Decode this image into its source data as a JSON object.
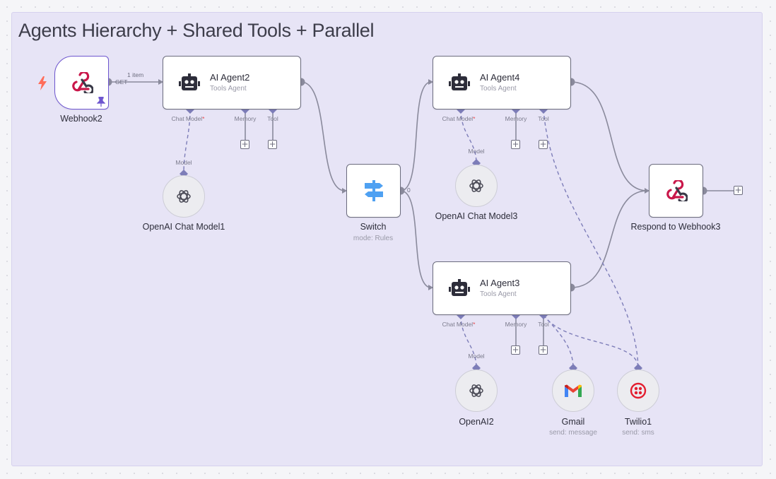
{
  "sticky": {
    "title": "Agents Hierarchy + Shared Tools + Parallel"
  },
  "nodes": {
    "webhook2": {
      "label": "Webhook2"
    },
    "ai_agent2": {
      "title": "AI Agent2",
      "subtitle": "Tools Agent"
    },
    "switch": {
      "label": "Switch",
      "subtitle": "mode: Rules"
    },
    "ai_agent4": {
      "title": "AI Agent4",
      "subtitle": "Tools Agent"
    },
    "ai_agent3": {
      "title": "AI Agent3",
      "subtitle": "Tools Agent"
    },
    "respond": {
      "label": "Respond to Webhook3"
    },
    "openai_model1": {
      "label": "OpenAI Chat Model1"
    },
    "openai_model3": {
      "label": "OpenAI Chat Model3"
    },
    "openai2": {
      "label": "OpenAI2"
    },
    "gmail": {
      "label": "Gmail",
      "subtitle": "send: message"
    },
    "twilio": {
      "label": "Twilio1",
      "subtitle": "send: sms"
    }
  },
  "ports": {
    "chat_model": "Chat Model",
    "required_mark": "*",
    "memory": "Memory",
    "tool": "Tool",
    "model": "Model"
  },
  "edge_labels": {
    "item_count": "1 item",
    "method": "GET",
    "switch_output": "0"
  },
  "icons": {
    "trigger": "lightning-bolt-icon",
    "pin": "pin-icon",
    "webhook": "webhook-icon",
    "agent": "robot-icon",
    "switch": "switch-signpost-icon",
    "openai": "openai-icon",
    "gmail": "gmail-icon",
    "twilio": "twilio-icon",
    "add": "plus-icon"
  },
  "colors": {
    "canvas": "#f5f5f8",
    "sticky": "#e7e4f6",
    "edge": "#8a8a9c",
    "port": "#7d7db8",
    "trigger_bolt": "#ff6d5a",
    "webhook_red": "#c9174a",
    "switch_blue": "#4fa1f2",
    "twilio_red": "#e31e2f"
  }
}
